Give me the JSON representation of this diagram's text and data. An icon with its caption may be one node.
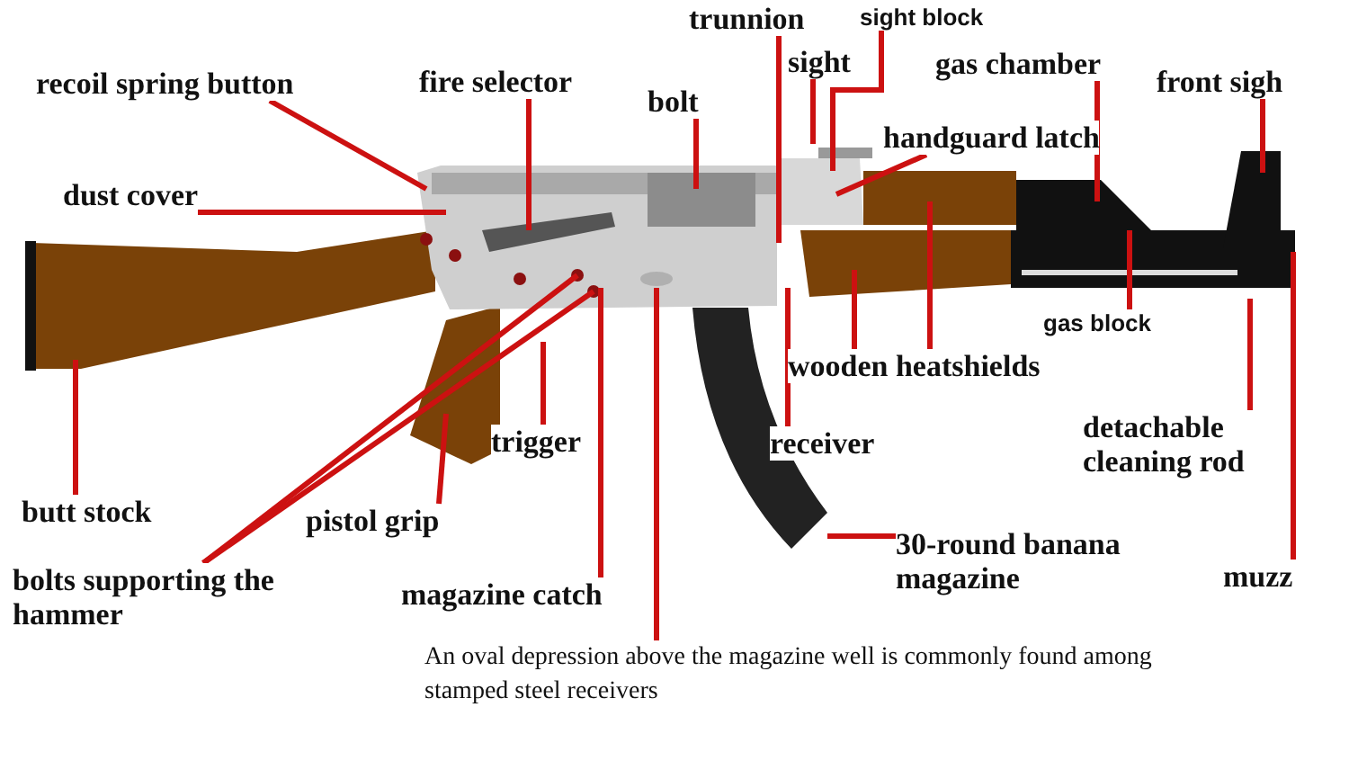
{
  "diagram": {
    "nodes": [
      {
        "text": [
          "trunnion"
        ]
      },
      {
        "text": [
          "sight block"
        ]
      },
      {
        "text": [
          "recoil spring button"
        ]
      },
      {
        "text": [
          "fire selector"
        ]
      },
      {
        "text": [
          "bolt"
        ]
      },
      {
        "text": [
          "sight"
        ]
      },
      {
        "text": [
          "gas chamber"
        ]
      },
      {
        "text": [
          "front sigh"
        ]
      },
      {
        "text": [
          "dust cover"
        ]
      },
      {
        "text": [
          "handguard latch"
        ]
      },
      {
        "text": [
          "gas block"
        ]
      },
      {
        "text": [
          "wooden heatshields"
        ]
      },
      {
        "text": [
          "trigger"
        ]
      },
      {
        "text": [
          "receiver"
        ]
      },
      {
        "text": [
          "detachable cleaning rod"
        ]
      },
      {
        "text": [
          "butt stock"
        ]
      },
      {
        "text": [
          "pistol grip"
        ]
      },
      {
        "text": [
          "bolts supporting the hammer"
        ]
      },
      {
        "text": [
          "magazine catch"
        ]
      },
      {
        "text": [
          "30-round banana magazine"
        ]
      },
      {
        "text": [
          "muzz"
        ]
      },
      {
        "text": [
          "An oval depression above the magazine well is commonly found among stamped steel receivers"
        ]
      },
      {
        "text": [],
        "shape": "picture"
      }
    ],
    "edges": [
      {
        "from": 0,
        "to": null,
        "arrow": "none"
      },
      {
        "from": 1,
        "to": null,
        "arrow": "none"
      },
      {
        "from": 2,
        "to": null,
        "arrow": "none"
      },
      {
        "from": 3,
        "to": null,
        "arrow": "none"
      },
      {
        "from": 4,
        "to": null,
        "arrow": "none"
      },
      {
        "from": 5,
        "to": null,
        "arrow": "none"
      },
      {
        "from": 6,
        "to": null,
        "arrow": "none"
      },
      {
        "from": 7,
        "to": null,
        "arrow": "none"
      },
      {
        "from": 8,
        "to": null,
        "arrow": "none"
      },
      {
        "from": 9,
        "to": null,
        "arrow": "none"
      },
      {
        "from": 10,
        "to": null,
        "arrow": "none"
      },
      {
        "from": 11,
        "to": null,
        "arrow": "none"
      },
      {
        "from": 11,
        "to": null,
        "arrow": "none"
      },
      {
        "from": 12,
        "to": null,
        "arrow": "none"
      },
      {
        "from": 13,
        "to": null,
        "arrow": "none"
      },
      {
        "from": 14,
        "to": null,
        "arrow": "none"
      },
      {
        "from": 15,
        "to": null,
        "arrow": "none"
      },
      {
        "from": 16,
        "to": null,
        "arrow": "none"
      },
      {
        "from": 17,
        "to": null,
        "arrow": "none"
      },
      {
        "from": 17,
        "to": null,
        "arrow": "none"
      },
      {
        "from": 18,
        "to": null,
        "arrow": "none"
      },
      {
        "from": 19,
        "to": 22,
        "arrow": "none"
      },
      {
        "from": 20,
        "to": null,
        "arrow": "none"
      },
      {
        "from": 21,
        "to": null,
        "arrow": "none"
      }
    ]
  }
}
